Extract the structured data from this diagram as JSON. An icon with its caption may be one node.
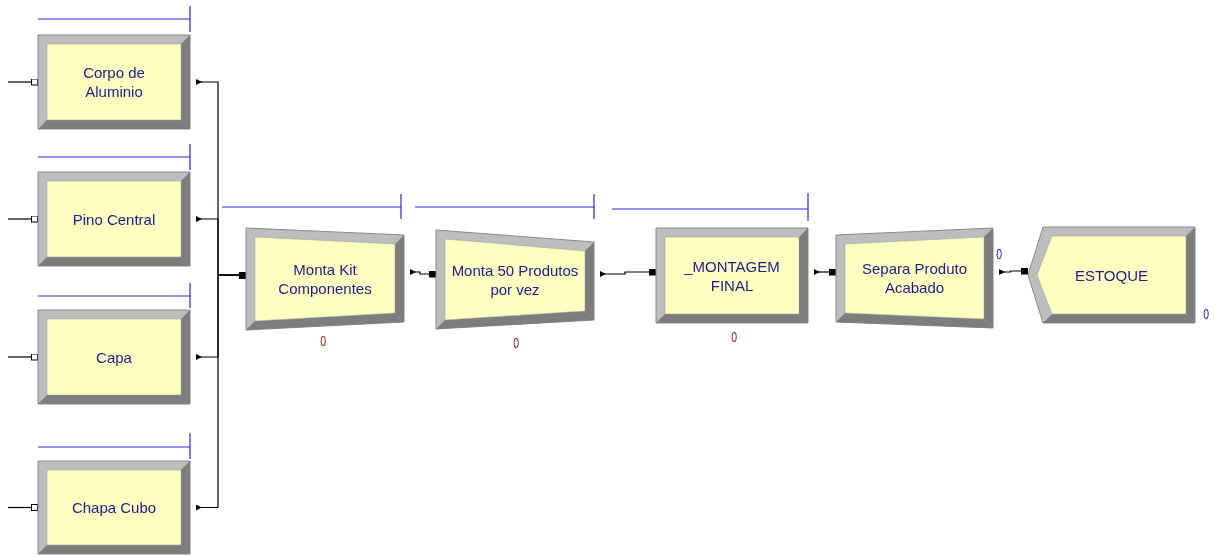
{
  "diagram": {
    "nodes": [
      {
        "text": [
          "Corpo de Aluminio"
        ]
      },
      {
        "text": [
          "Pino Central"
        ]
      },
      {
        "text": [
          "Capa"
        ]
      },
      {
        "text": [
          "Chapa Cubo"
        ]
      },
      {
        "text": [
          "Monta Kit Componentes"
        ],
        "beside": [
          "0"
        ]
      },
      {
        "text": [
          "Monta 50 Produtos por vez"
        ],
        "beside": [
          "0"
        ]
      },
      {
        "text": [
          "_MONTAGEM FINAL"
        ],
        "beside": [
          "0"
        ]
      },
      {
        "text": [
          "Separa Produto Acabado"
        ],
        "beside": [
          "0"
        ]
      },
      {
        "text": [
          "ESTOQUE"
        ],
        "beside": [
          "0"
        ]
      }
    ],
    "edges": [
      {
        "from": null,
        "to": 0,
        "arrow": "other"
      },
      {
        "from": null,
        "to": 1,
        "arrow": "other"
      },
      {
        "from": null,
        "to": 2,
        "arrow": "other"
      },
      {
        "from": null,
        "to": 3,
        "arrow": "other"
      },
      {
        "from": 0,
        "to": 4,
        "arrow": "other"
      },
      {
        "from": 1,
        "to": 4,
        "arrow": "other"
      },
      {
        "from": 2,
        "to": 4,
        "arrow": "other"
      },
      {
        "from": 3,
        "to": 4,
        "arrow": "other"
      },
      {
        "from": 4,
        "to": 5,
        "arrow": "other"
      },
      {
        "from": 5,
        "to": 6,
        "arrow": "other"
      },
      {
        "from": 6,
        "to": 7,
        "arrow": "other"
      },
      {
        "from": 7,
        "to": 8,
        "arrow": "other"
      }
    ]
  }
}
